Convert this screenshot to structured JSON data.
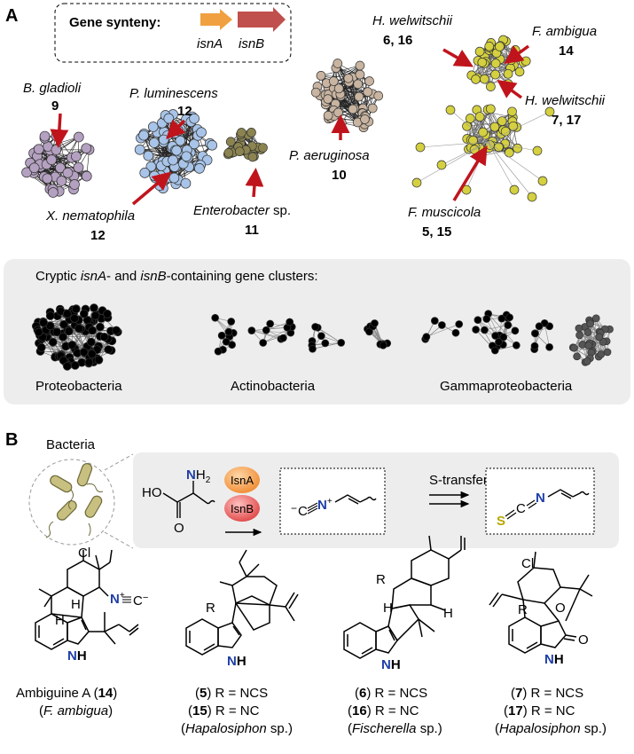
{
  "panel_a": {
    "letter": "A",
    "legend": {
      "title": "Gene synteny:",
      "gene_a": "isnA",
      "gene_b": "isnB",
      "color_a": "#f0a040",
      "color_b": "#c0504d"
    },
    "clusters": [
      {
        "organism": "B. gladioli",
        "compounds": "9",
        "color": "#b4a0c0"
      },
      {
        "organism": "P. luminescens",
        "compounds": "12",
        "color": "#a8c4e8"
      },
      {
        "organism": "X. nematophila",
        "compounds": "12",
        "color": "#a8c4e8"
      },
      {
        "organism": "Enterobacter",
        "organism_suffix": " sp.",
        "compounds": "11",
        "color": "#8c8450"
      },
      {
        "organism": "P. aeruginosa",
        "compounds": "10",
        "color": "#c8b4a0"
      },
      {
        "organism": "H. welwitschii",
        "compounds": "6, 16",
        "color": "#d4d040"
      },
      {
        "organism": "F. ambigua",
        "compounds": "14",
        "color": "#d4d040"
      },
      {
        "organism": "H. welwitschii",
        "compounds": "7, 17",
        "color": "#d4d040"
      },
      {
        "organism": "F. muscicola",
        "compounds": "5, 15",
        "color": "#d4d040"
      }
    ],
    "cryptic": {
      "title_pre": "Cryptic ",
      "title_a": "isnA",
      "title_mid": "- and ",
      "title_b": "isnB",
      "title_post": "-containing gene clusters:",
      "groups": [
        "Proteobacteria",
        "Actinobacteria",
        "Gammaproteobacteria"
      ]
    }
  },
  "panel_b": {
    "letter": "B",
    "bacteria_label": "Bacteria",
    "enzymes": [
      "IsnA",
      "IsnB"
    ],
    "transfer_label": "S-transfer",
    "chem": {
      "ho": "HO",
      "nh": "N",
      "h2": "H",
      "sub2": "2",
      "o": "O",
      "neg": "−",
      "c": "C",
      "n": "N",
      "plus": "+",
      "s": "S",
      "cl": "Cl",
      "r": "R",
      "h": "H"
    },
    "compounds": [
      {
        "name": "Ambiguine A",
        "id": "14",
        "source": "F. ambigua"
      },
      {
        "ids": [
          "5",
          "15"
        ],
        "subs": [
          "R = NCS",
          "R = NC"
        ],
        "source": "Hapalosiphon",
        "source_suffix": " sp."
      },
      {
        "ids": [
          "6",
          "16"
        ],
        "subs": [
          "R = NCS",
          "R = NC"
        ],
        "source": "Fischerella",
        "source_suffix": " sp."
      },
      {
        "ids": [
          "7",
          "17"
        ],
        "subs": [
          "R = NCS",
          "R = NC"
        ],
        "source": "Hapalosiphon",
        "source_suffix": " sp."
      }
    ]
  }
}
